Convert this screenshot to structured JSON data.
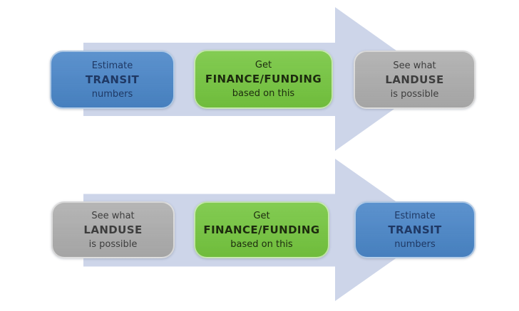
{
  "canvas": {
    "background": "#ffffff"
  },
  "colors": {
    "canvas_bg": "#ffffff",
    "arrow_fill": "#cdd5e9",
    "step_blue": "#4a86c8",
    "step_green": "#75c63f",
    "step_gray": "#adadad",
    "text_blue": "#1f3864",
    "text_green": "#1c2b0e",
    "text_gray": "#3d3d3d"
  },
  "flows": [
    {
      "name": "top-flow",
      "direction": "right",
      "steps": [
        {
          "variant": "blue",
          "lines": [
            "Estimate",
            "TRANSIT",
            "numbers"
          ]
        },
        {
          "variant": "green",
          "lines": [
            "Get",
            "FINANCE/FUNDING",
            "based on this"
          ]
        },
        {
          "variant": "gray",
          "lines": [
            "See what",
            "LANDUSE",
            "is possible"
          ]
        }
      ]
    },
    {
      "name": "bottom-flow",
      "direction": "right",
      "steps": [
        {
          "variant": "gray",
          "lines": [
            "See what",
            "LANDUSE",
            "is possible"
          ]
        },
        {
          "variant": "green",
          "lines": [
            "Get",
            "FINANCE/FUNDING",
            "based on this"
          ]
        },
        {
          "variant": "blue",
          "lines": [
            "Estimate",
            "TRANSIT",
            "numbers"
          ]
        }
      ]
    }
  ]
}
